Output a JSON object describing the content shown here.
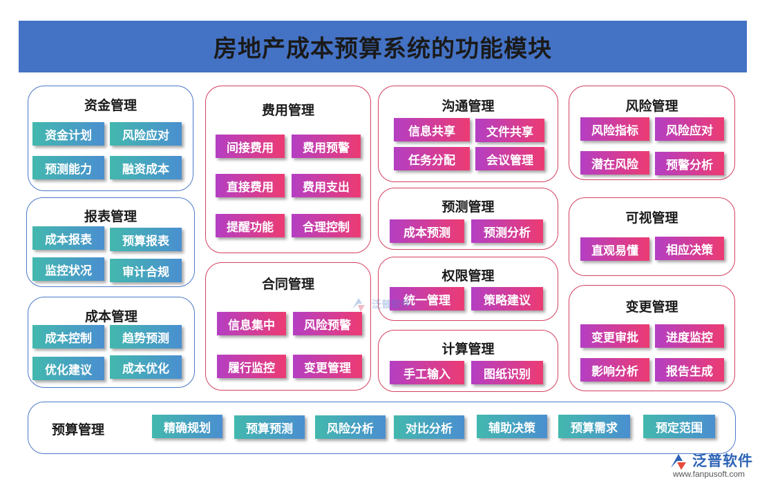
{
  "title": "房地产成本预算系统的功能模块",
  "modules": {
    "funds": {
      "title": "资金管理",
      "items": [
        "资金计划",
        "风险应对",
        "预测能力",
        "融资成本"
      ]
    },
    "report": {
      "title": "报表管理",
      "items": [
        "成本报表",
        "预算报表",
        "监控状况",
        "审计合规"
      ]
    },
    "cost": {
      "title": "成本管理",
      "items": [
        "成本控制",
        "趋势预测",
        "优化建议",
        "成本优化"
      ]
    },
    "expense": {
      "title": "费用管理",
      "items": [
        "间接费用",
        "费用预警",
        "直接费用",
        "费用支出",
        "提醒功能",
        "合理控制"
      ]
    },
    "contract": {
      "title": "合同管理",
      "items": [
        "信息集中",
        "风险预警",
        "履行监控",
        "变更管理"
      ]
    },
    "comm": {
      "title": "沟通管理",
      "items": [
        "信息共享",
        "文件共享",
        "任务分配",
        "会议管理"
      ]
    },
    "forecast": {
      "title": "预测管理",
      "items": [
        "成本预测",
        "预测分析"
      ]
    },
    "perm": {
      "title": "权限管理",
      "items": [
        "统一管理",
        "策略建议"
      ]
    },
    "calc": {
      "title": "计算管理",
      "items": [
        "手工输入",
        "图纸识别"
      ]
    },
    "risk": {
      "title": "风险管理",
      "items": [
        "风险指标",
        "风险应对",
        "潜在风险",
        "预警分析"
      ]
    },
    "visual": {
      "title": "可视管理",
      "items": [
        "直观易懂",
        "相应决策"
      ]
    },
    "change": {
      "title": "变更管理",
      "items": [
        "变更审批",
        "进度监控",
        "影响分析",
        "报告生成"
      ]
    },
    "budget": {
      "title": "预算管理",
      "items": [
        "精确规划",
        "预算预测",
        "风险分析",
        "对比分析",
        "辅助决策",
        "预算需求",
        "预定范围"
      ]
    }
  },
  "watermark": "泛普软件",
  "logo": {
    "name": "泛普软件",
    "url": "www.fanpusoft.com"
  },
  "colors": {
    "header": "#4472c4",
    "blue_border": "#4a78c8",
    "pink_border": "#d2405f",
    "teal_tag": "#43b8ae",
    "pink_tag": "#ec3b73"
  }
}
